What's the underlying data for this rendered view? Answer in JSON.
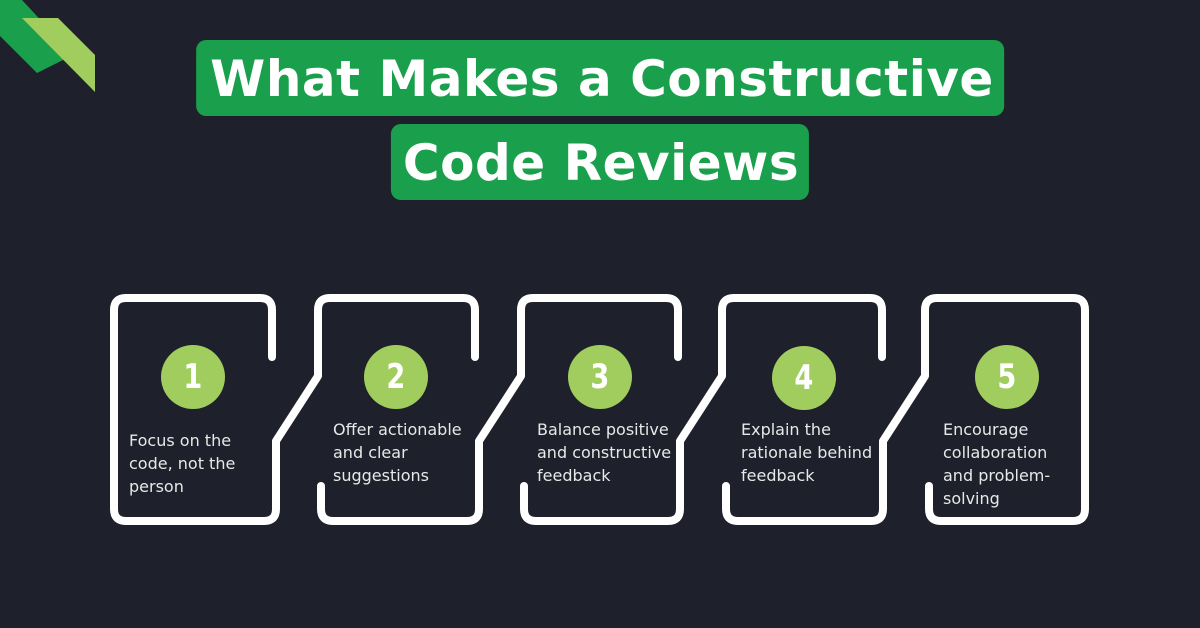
{
  "title": {
    "line1": "What Makes a Constructive",
    "line2": "Code Reviews"
  },
  "colors": {
    "background": "#1e212b",
    "title_bg": "#1aa04c",
    "circle": "#a0cd5e",
    "frame": "#ffffff",
    "deco_dark_green": "#1aa04c",
    "deco_light_green": "#a0cd5e"
  },
  "steps": [
    {
      "number": "1",
      "text": "Focus on the code, not the person"
    },
    {
      "number": "2",
      "text": "Offer actionable and clear suggestions"
    },
    {
      "number": "3",
      "text": "Balance positive and constructive feedback"
    },
    {
      "number": "4",
      "text": "Explain the rationale behind feedback"
    },
    {
      "number": "5",
      "text": "Encourage collaboration and problem-solving"
    }
  ]
}
